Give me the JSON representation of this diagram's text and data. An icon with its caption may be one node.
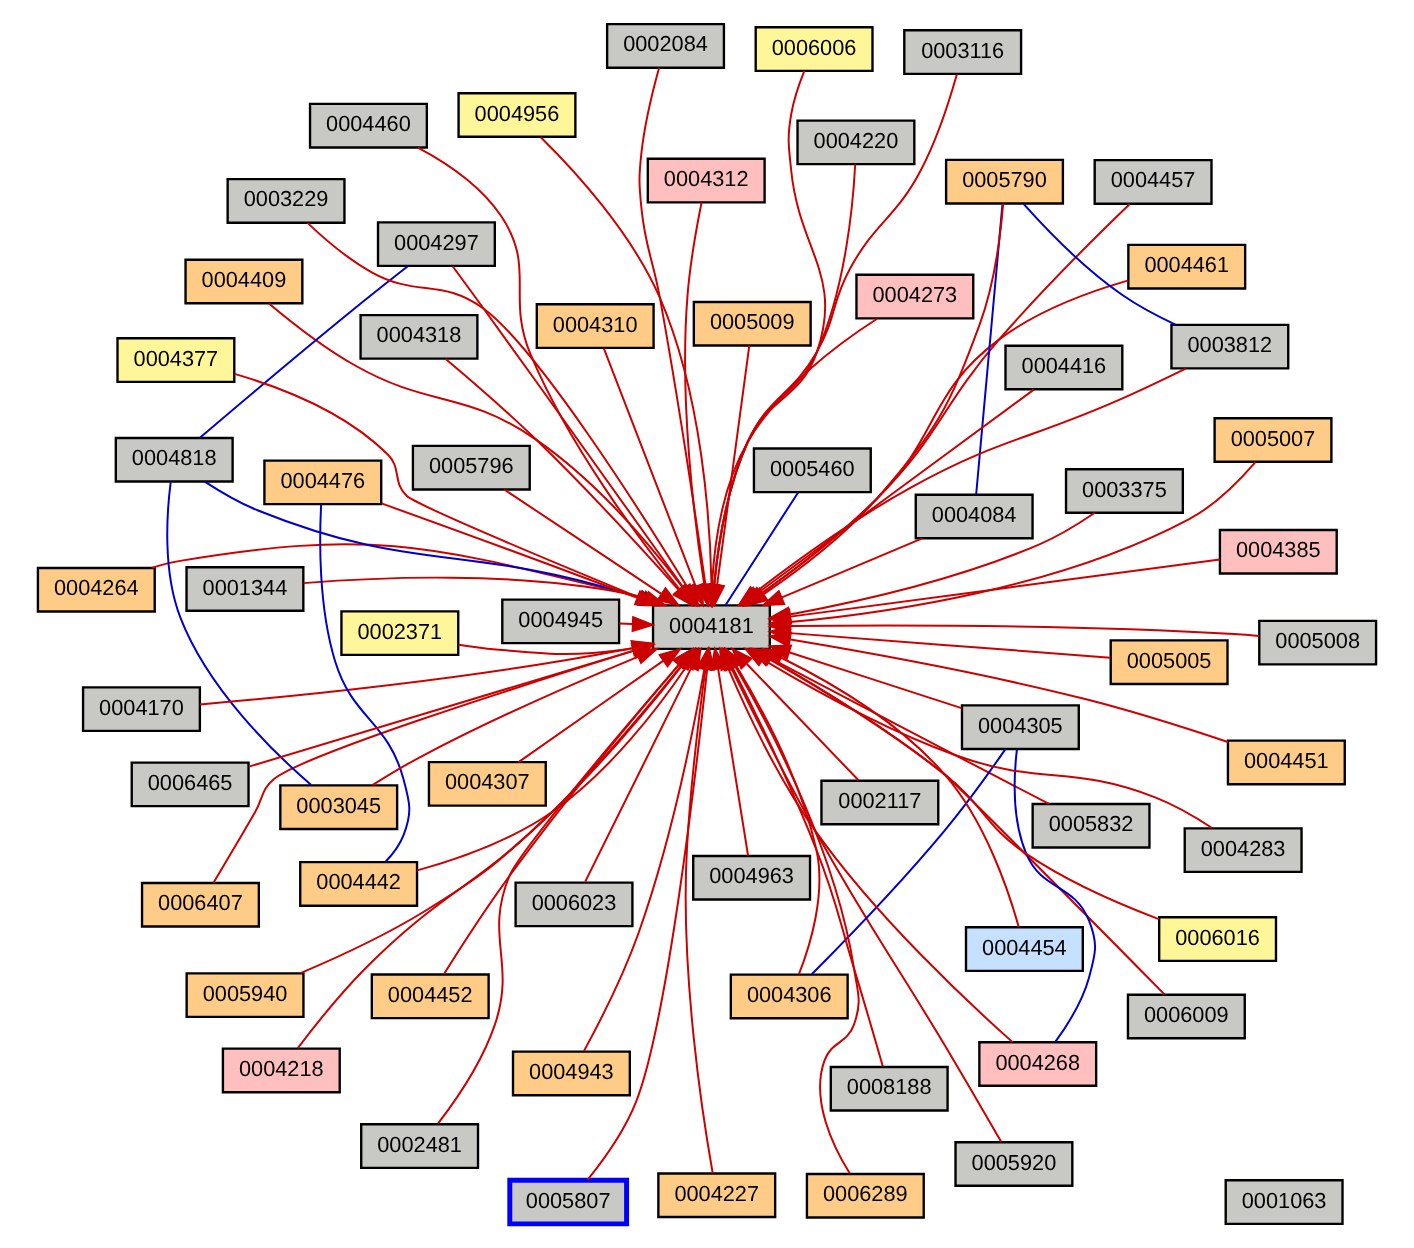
{
  "diagram": {
    "nodes": [
      {
        "text": [
          "0006407"
        ]
      },
      {
        "text": [
          "0005832"
        ]
      },
      {
        "text": [
          "0005807"
        ]
      },
      {
        "text": [
          "0004460"
        ]
      },
      {
        "text": [
          "0002117"
        ]
      },
      {
        "text": [
          "0004307"
        ]
      },
      {
        "text": [
          "0004218"
        ]
      },
      {
        "text": [
          "0006009"
        ]
      },
      {
        "text": [
          "0004943"
        ]
      },
      {
        "text": [
          "0005920"
        ]
      },
      {
        "text": [
          "0004306"
        ]
      },
      {
        "text": [
          "0004264"
        ]
      },
      {
        "text": [
          "0004451"
        ]
      },
      {
        "text": [
          "0004305"
        ]
      },
      {
        "text": [
          "0004312"
        ]
      },
      {
        "text": [
          "0008188"
        ]
      },
      {
        "text": [
          "0004268"
        ]
      },
      {
        "text": [
          "0004409"
        ]
      },
      {
        "text": [
          "0004818"
        ]
      },
      {
        "text": [
          "0005796"
        ]
      },
      {
        "text": [
          "0006023"
        ]
      },
      {
        "text": [
          "0004452"
        ]
      },
      {
        "text": [
          "0004273"
        ]
      },
      {
        "text": [
          "0004457"
        ]
      },
      {
        "text": [
          "0004956"
        ]
      },
      {
        "text": [
          "0006289"
        ]
      },
      {
        "text": [
          "0004461"
        ]
      },
      {
        "text": [
          "0004945"
        ]
      },
      {
        "text": [
          "0004181"
        ]
      },
      {
        "text": [
          "0006016"
        ]
      },
      {
        "text": [
          "0005009"
        ]
      },
      {
        "text": [
          "0004084"
        ]
      },
      {
        "text": [
          "0002481"
        ]
      },
      {
        "text": [
          "0004318"
        ]
      },
      {
        "text": [
          "0004416"
        ]
      },
      {
        "text": [
          "0004963"
        ]
      },
      {
        "text": [
          "0005460"
        ]
      },
      {
        "text": [
          "0005790"
        ]
      },
      {
        "text": [
          "0001344"
        ]
      },
      {
        "text": [
          "0004170"
        ]
      },
      {
        "text": [
          "0004297"
        ]
      },
      {
        "text": [
          "0004476"
        ]
      },
      {
        "text": [
          "0002371"
        ]
      },
      {
        "text": [
          "0005007"
        ]
      },
      {
        "text": [
          "0001063"
        ]
      },
      {
        "text": [
          "0005005"
        ]
      },
      {
        "text": [
          "0003045"
        ]
      },
      {
        "text": [
          "0004283"
        ]
      },
      {
        "text": [
          "0004454"
        ]
      },
      {
        "text": [
          "0004385"
        ]
      },
      {
        "text": [
          "0005008"
        ]
      },
      {
        "text": [
          "0006465"
        ]
      },
      {
        "text": [
          "0003812"
        ]
      },
      {
        "text": [
          "0003116"
        ]
      },
      {
        "text": [
          "0006006"
        ]
      },
      {
        "text": [
          "0004220"
        ]
      },
      {
        "text": [
          "0004227"
        ]
      },
      {
        "text": [
          "0004442"
        ]
      },
      {
        "text": [
          "0003229"
        ]
      },
      {
        "text": [
          "0003375"
        ]
      },
      {
        "text": [
          "0004377"
        ]
      },
      {
        "text": [
          "0004310"
        ]
      },
      {
        "text": [
          "0002084"
        ]
      },
      {
        "text": [
          "0005940"
        ]
      }
    ],
    "edges": [
      {
        "from": 0,
        "to": 28,
        "arrow": "to"
      },
      {
        "from": 1,
        "to": 28,
        "arrow": "to"
      },
      {
        "from": 2,
        "to": 28,
        "arrow": "to"
      },
      {
        "from": 3,
        "to": 28,
        "arrow": "to"
      },
      {
        "from": 4,
        "to": 28,
        "arrow": "to"
      },
      {
        "from": 5,
        "to": 28,
        "arrow": "to"
      },
      {
        "from": 6,
        "to": 28,
        "arrow": "to"
      },
      {
        "from": 7,
        "to": 28,
        "arrow": "to"
      },
      {
        "from": 8,
        "to": 28,
        "arrow": "to"
      },
      {
        "from": 9,
        "to": 28,
        "arrow": "to"
      },
      {
        "from": 10,
        "to": 28,
        "arrow": "to"
      },
      {
        "from": 11,
        "to": 28,
        "arrow": "to"
      },
      {
        "from": 12,
        "to": 28,
        "arrow": "to"
      },
      {
        "from": 13,
        "to": 28,
        "arrow": "to"
      },
      {
        "from": 14,
        "to": 28,
        "arrow": "to"
      },
      {
        "from": 15,
        "to": 28,
        "arrow": "to"
      },
      {
        "from": 16,
        "to": 28,
        "arrow": "to"
      },
      {
        "from": 17,
        "to": 28,
        "arrow": "to"
      },
      {
        "from": 18,
        "to": 28,
        "arrow": "to",
        "color": "#0000cc"
      },
      {
        "from": 19,
        "to": 28,
        "arrow": "to"
      },
      {
        "from": 20,
        "to": 28,
        "arrow": "to"
      },
      {
        "from": 21,
        "to": 28,
        "arrow": "to"
      },
      {
        "from": 22,
        "to": 28,
        "arrow": "to"
      },
      {
        "from": 23,
        "to": 28,
        "arrow": "to"
      },
      {
        "from": 24,
        "to": 28,
        "arrow": "to"
      },
      {
        "from": 25,
        "to": 28,
        "arrow": "to"
      },
      {
        "from": 26,
        "to": 28,
        "arrow": "to"
      },
      {
        "from": 27,
        "to": 28,
        "arrow": "to"
      },
      {
        "from": 29,
        "to": 28,
        "arrow": "to"
      },
      {
        "from": 30,
        "to": 28,
        "arrow": "to"
      },
      {
        "from": 31,
        "to": 28,
        "arrow": "to"
      },
      {
        "from": 32,
        "to": 28,
        "arrow": "to"
      },
      {
        "from": 33,
        "to": 28,
        "arrow": "to"
      },
      {
        "from": 34,
        "to": 28,
        "arrow": "to"
      },
      {
        "from": 35,
        "to": 28,
        "arrow": "to"
      },
      {
        "from": 28,
        "to": 36,
        "arrow": "none",
        "color": "#0000cc"
      },
      {
        "from": 37,
        "to": 28,
        "arrow": "to"
      },
      {
        "from": 38,
        "to": 28,
        "arrow": "to"
      },
      {
        "from": 39,
        "to": 28,
        "arrow": "to"
      },
      {
        "from": 40,
        "to": 28,
        "arrow": "to"
      },
      {
        "from": 41,
        "to": 28,
        "arrow": "to"
      },
      {
        "from": 42,
        "to": 28,
        "arrow": "to"
      },
      {
        "from": 43,
        "to": 28,
        "arrow": "to"
      },
      {
        "from": 45,
        "to": 28,
        "arrow": "to"
      },
      {
        "from": 46,
        "to": 28,
        "arrow": "to"
      },
      {
        "from": 47,
        "to": 28,
        "arrow": "to"
      },
      {
        "from": 48,
        "to": 28,
        "arrow": "to"
      },
      {
        "from": 49,
        "to": 28,
        "arrow": "to"
      },
      {
        "from": 50,
        "to": 28,
        "arrow": "to"
      },
      {
        "from": 51,
        "to": 28,
        "arrow": "to"
      },
      {
        "from": 52,
        "to": 28,
        "arrow": "to"
      },
      {
        "from": 53,
        "to": 28,
        "arrow": "to"
      },
      {
        "from": 54,
        "to": 28,
        "arrow": "to"
      },
      {
        "from": 55,
        "to": 28,
        "arrow": "to"
      },
      {
        "from": 56,
        "to": 28,
        "arrow": "to"
      },
      {
        "from": 57,
        "to": 28,
        "arrow": "to"
      },
      {
        "from": 58,
        "to": 28,
        "arrow": "to"
      },
      {
        "from": 59,
        "to": 28,
        "arrow": "to"
      },
      {
        "from": 60,
        "to": 28,
        "arrow": "to"
      },
      {
        "from": 61,
        "to": 28,
        "arrow": "to"
      },
      {
        "from": 62,
        "to": 28,
        "arrow": "to"
      },
      {
        "from": 63,
        "to": 28,
        "arrow": "to"
      },
      {
        "from": 10,
        "to": 13,
        "arrow": "none",
        "color": "#0000cc"
      },
      {
        "from": 13,
        "to": 16,
        "arrow": "none",
        "color": "#0000cc"
      },
      {
        "from": 18,
        "to": 40,
        "arrow": "none",
        "color": "#0000cc"
      },
      {
        "from": 18,
        "to": 46,
        "arrow": "none",
        "color": "#0000cc"
      },
      {
        "from": 31,
        "to": 37,
        "arrow": "none",
        "color": "#0000cc"
      },
      {
        "from": 37,
        "to": 52,
        "arrow": "none",
        "color": "#0000cc"
      },
      {
        "from": 41,
        "to": 57,
        "arrow": "none",
        "color": "#0000cc"
      }
    ]
  }
}
